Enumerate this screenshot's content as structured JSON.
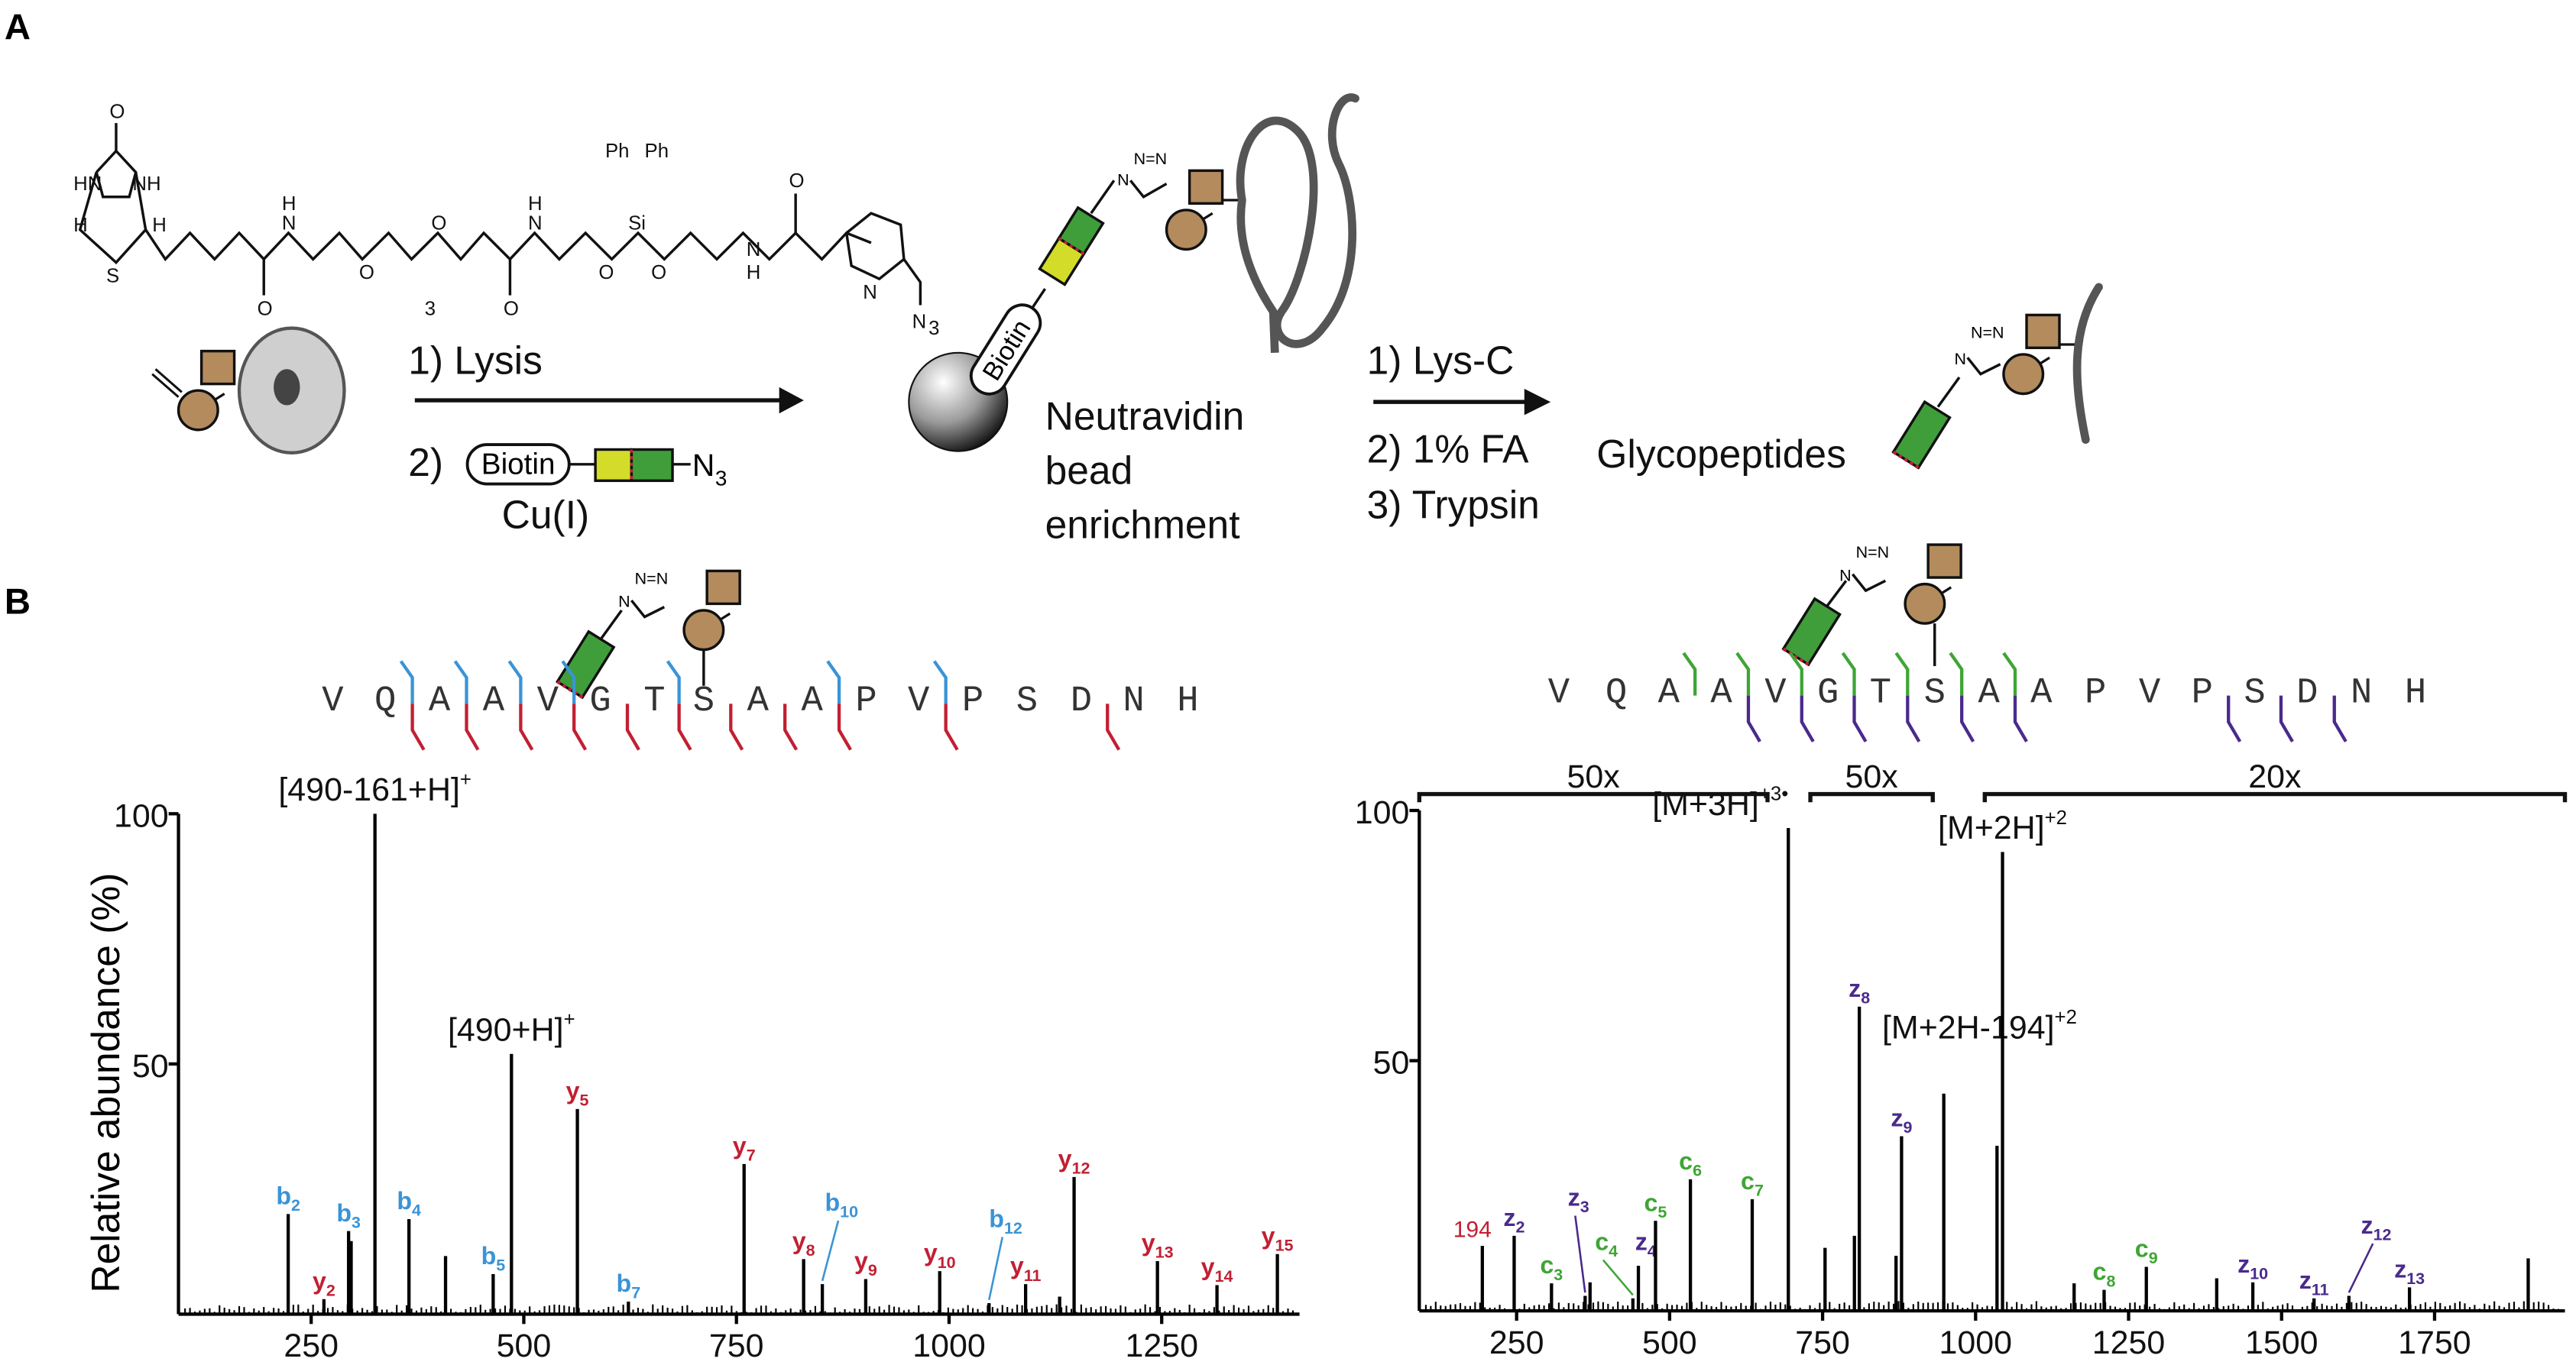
{
  "panel_labels": {
    "a": "A",
    "b": "B"
  },
  "scheme": {
    "step1": {
      "lysis": "1) Lysis",
      "click_prefix": "2)",
      "biotin": "Biotin",
      "azide": "N",
      "azide_sub": "3",
      "catalyst": "Cu(I)"
    },
    "bead": {
      "biotin": "Biotin",
      "line1": "Neutravidin",
      "line2": "bead",
      "line3": "enrichment"
    },
    "step2": {
      "line1": "1) Lys-C",
      "line2": "2) 1% FA",
      "line3": "3) Trypsin"
    },
    "product": "Glycopeptides",
    "chem_labels": {
      "o": "O",
      "hn": "HN",
      "nh": "NH",
      "h": "H",
      "s": "S",
      "n": "N",
      "three": "3",
      "ph": "Ph",
      "si": "Si",
      "n3": "N",
      "triazole_top": "N=N",
      "triazole_n": "N"
    }
  },
  "colors": {
    "b_ion": "#3a94d6",
    "y_ion": "#c21f32",
    "c_ion": "#3fa535",
    "z_ion": "#4a2a8c",
    "glycan": "#b38b5d",
    "tag_green": "#3f9e3a",
    "tag_yellow": "#d4dc2a",
    "protein": "#555555"
  },
  "chart_data": [
    {
      "type": "bar",
      "title": "",
      "sequence": [
        "V",
        "Q",
        "A",
        "A",
        "V",
        "G",
        "T",
        "S",
        "A",
        "A",
        "P",
        "V",
        "P",
        "S",
        "D",
        "N",
        "H"
      ],
      "b_cleavages_after": [
        2,
        3,
        4,
        5,
        7,
        10,
        12
      ],
      "y_cleavages_after": [
        2,
        3,
        4,
        5,
        6,
        7,
        8,
        9,
        10,
        12,
        15
      ],
      "xlabel": "",
      "ylabel": "Relative abundance (%)",
      "xlim": [
        94,
        1412
      ],
      "ylim": [
        0,
        100
      ],
      "xticks": [
        "250",
        "500",
        "750",
        "1000",
        "1250"
      ],
      "xtick_values": [
        250,
        500,
        750,
        1000,
        1250
      ],
      "yticks": [
        "100",
        "50"
      ],
      "ytick_values": [
        100,
        50
      ],
      "peaks": [
        {
          "mz": 223,
          "rel": 20,
          "ion": "b",
          "n": "2"
        },
        {
          "mz": 265,
          "rel": 3,
          "ion": "y",
          "n": "2"
        },
        {
          "mz": 294,
          "rel": 16.6,
          "ion": "b",
          "n": "3"
        },
        {
          "mz": 297,
          "rel": 14.6
        },
        {
          "mz": 325,
          "rel": 100,
          "ann": "[490-161+H]",
          "sup": "+"
        },
        {
          "mz": 365,
          "rel": 19,
          "ion": "b",
          "n": "4"
        },
        {
          "mz": 408,
          "rel": 11.6
        },
        {
          "mz": 464,
          "rel": 8,
          "ion": "b",
          "n": "5"
        },
        {
          "mz": 485.5,
          "rel": 52,
          "ann": "[490+H]",
          "sup": "+"
        },
        {
          "mz": 563,
          "rel": 41,
          "ion": "y",
          "n": "5"
        },
        {
          "mz": 623,
          "rel": 2.5,
          "ion": "b",
          "n": "7"
        },
        {
          "mz": 759,
          "rel": 30,
          "ion": "y",
          "n": "7"
        },
        {
          "mz": 829,
          "rel": 11,
          "ion": "y",
          "n": "8"
        },
        {
          "mz": 851,
          "rel": 6,
          "ion": "b",
          "n": "10"
        },
        {
          "mz": 902,
          "rel": 7,
          "ion": "y",
          "n": "9"
        },
        {
          "mz": 989,
          "rel": 8.6,
          "ion": "y",
          "n": "10"
        },
        {
          "mz": 1047,
          "rel": 2.2,
          "ion": "b",
          "n": "12"
        },
        {
          "mz": 1090,
          "rel": 6,
          "ion": "y",
          "n": "11"
        },
        {
          "mz": 1130,
          "rel": 3.5
        },
        {
          "mz": 1147,
          "rel": 27.4,
          "ion": "y",
          "n": "12"
        },
        {
          "mz": 1245,
          "rel": 10.6,
          "ion": "y",
          "n": "13"
        },
        {
          "mz": 1315,
          "rel": 5.8,
          "ion": "y",
          "n": "14"
        },
        {
          "mz": 1386,
          "rel": 12,
          "ion": "y",
          "n": "15"
        }
      ]
    },
    {
      "type": "bar",
      "title": "",
      "sequence": [
        "V",
        "Q",
        "A",
        "A",
        "V",
        "G",
        "T",
        "S",
        "A",
        "A",
        "P",
        "V",
        "P",
        "S",
        "D",
        "N",
        "H"
      ],
      "c_cleavages_after": [
        3,
        4,
        5,
        6,
        7,
        8,
        9
      ],
      "z_cleavages_after": [
        4,
        5,
        6,
        7,
        8,
        9,
        13,
        14,
        15
      ],
      "xlabel": "",
      "ylabel": "",
      "xlim": [
        91,
        1963
      ],
      "ylim": [
        0,
        100
      ],
      "xticks": [
        "250",
        "500",
        "750",
        "1000",
        "1250",
        "1500",
        "1750"
      ],
      "xtick_values": [
        250,
        500,
        750,
        1000,
        1250,
        1500,
        1750
      ],
      "yticks": [
        "100",
        "50"
      ],
      "ytick_values": [
        100,
        50
      ],
      "magnification": [
        {
          "label": "50x",
          "range": [
            91,
            660
          ]
        },
        {
          "label": "50x",
          "range": [
            730,
            930
          ]
        },
        {
          "label": "20x",
          "range": [
            1015,
            1963
          ]
        }
      ],
      "peaks": [
        {
          "mz": 194,
          "rel": 13,
          "ann_plain": "194"
        },
        {
          "mz": 246,
          "rel": 15,
          "ion": "z",
          "n": "2"
        },
        {
          "mz": 307,
          "rel": 5.5,
          "ion": "c",
          "n": "3"
        },
        {
          "mz": 362,
          "rel": 3,
          "ion": "z",
          "n": "3"
        },
        {
          "mz": 370,
          "rel": 5.7
        },
        {
          "mz": 440,
          "rel": 2.5,
          "ion": "c",
          "n": "4"
        },
        {
          "mz": 449,
          "rel": 9,
          "ion": "z",
          "n": "4"
        },
        {
          "mz": 477,
          "rel": 18,
          "ion": "c",
          "n": "5"
        },
        {
          "mz": 534,
          "rel": 26.3,
          "ion": "c",
          "n": "6"
        },
        {
          "mz": 635,
          "rel": 22.3,
          "ion": "c",
          "n": "7"
        },
        {
          "mz": 694,
          "rel": 96.5,
          "ann": "[M+3H]",
          "sup": "+3•"
        },
        {
          "mz": 754,
          "rel": 12.6
        },
        {
          "mz": 802,
          "rel": 15
        },
        {
          "mz": 810,
          "rel": 60.8,
          "ion": "z",
          "n": "8"
        },
        {
          "mz": 870,
          "rel": 11
        },
        {
          "mz": 879,
          "rel": 34.9,
          "ion": "z",
          "n": "9"
        },
        {
          "mz": 948,
          "rel": 43.4,
          "ann": "[M+2H-194]",
          "sup": "+2"
        },
        {
          "mz": 1035,
          "rel": 33
        },
        {
          "mz": 1044,
          "rel": 91.7,
          "ann": "[M+2H]",
          "sup": "+2"
        },
        {
          "mz": 1161,
          "rel": 5.5
        },
        {
          "mz": 1210,
          "rel": 4.2,
          "ion": "c",
          "n": "8"
        },
        {
          "mz": 1279,
          "rel": 8.8,
          "ion": "c",
          "n": "9"
        },
        {
          "mz": 1394,
          "rel": 6.5
        },
        {
          "mz": 1453,
          "rel": 5.7,
          "ion": "z",
          "n": "10"
        },
        {
          "mz": 1553,
          "rel": 2.5,
          "ion": "z",
          "n": "11"
        },
        {
          "mz": 1610,
          "rel": 3,
          "ion": "z",
          "n": "12"
        },
        {
          "mz": 1709,
          "rel": 4.7,
          "ion": "z",
          "n": "13"
        },
        {
          "mz": 1903,
          "rel": 10.5
        }
      ]
    }
  ]
}
